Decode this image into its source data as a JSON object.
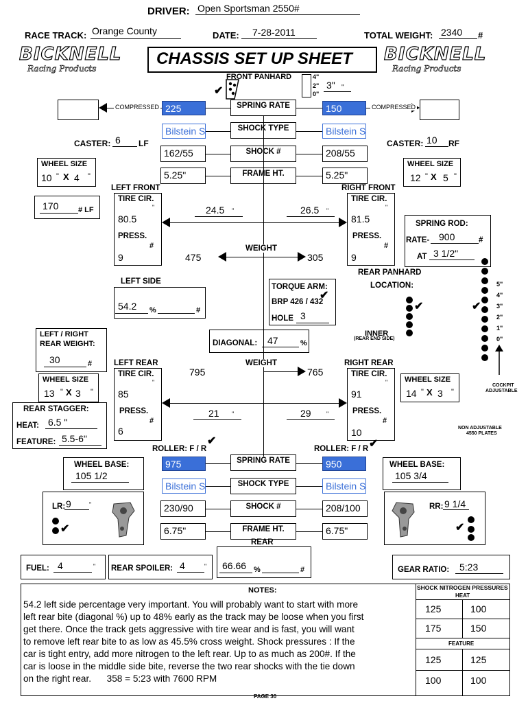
{
  "header": {
    "driver_label": "DRIVER:",
    "driver_value": "Open Sportsman 2550#",
    "race_track_label": "RACE TRACK:",
    "race_track_value": "Orange County",
    "date_label": "DATE:",
    "date_value": "7-28-2011",
    "total_weight_label": "TOTAL WEIGHT:",
    "total_weight_value": "2340",
    "total_weight_unit": "#",
    "title": "CHASSIS SET UP SHEET",
    "logo_main": "BICKNELL",
    "logo_sub": "Racing Products"
  },
  "front_panhard": {
    "label": "FRONT PANHARD",
    "scale": [
      "4\"",
      "2\"",
      "0\""
    ],
    "value": "3\"",
    "unit": "\""
  },
  "front": {
    "compressed_left": "COMPRESSED",
    "compressed_right": "COMPRESSED",
    "spring_rate_label": "SPRING RATE",
    "spring_rate_left": "225",
    "spring_rate_right": "150",
    "shock_type_label": "SHOCK TYPE",
    "shock_type_left": "Bilstein S",
    "shock_type_right": "Bilstein S",
    "shock_num_label": "SHOCK #",
    "shock_num_left": "162/55",
    "shock_num_right": "208/55",
    "frame_ht_label": "FRAME HT.",
    "frame_ht_left": "5.25\"",
    "frame_ht_right": "5.25\"",
    "caster_label": "CASTER:",
    "caster_left": "6",
    "caster_left_suffix": "LF",
    "caster_right": "10",
    "caster_right_suffix": "RF",
    "wheel_size_label": "WHEEL SIZE",
    "wheel_left_a": "10",
    "wheel_left_b": "4",
    "wheel_right_a": "12",
    "wheel_right_b": "5",
    "x": "X",
    "inch": "\"",
    "lf_value": "170",
    "lf_suffix": "# LF",
    "left_front_label": "LEFT FRONT",
    "right_front_label": "RIGHT FRONT",
    "tire_cir_label": "TIRE CIR.",
    "press_label": "PRESS.",
    "hash": "#",
    "lf_tire_cir": "80.5",
    "lf_press": "9",
    "rf_tire_cir": "81.5",
    "rf_press": "9",
    "stagger_left": "24.5",
    "stagger_right": "26.5",
    "weight_label": "WEIGHT",
    "weight_left": "475",
    "weight_right": "305"
  },
  "spring_rod": {
    "label": "SPRING ROD:",
    "rate_label": "RATE-",
    "rate_value": "900",
    "rate_unit": "#",
    "at_label": "AT",
    "at_value": "3 1/2\"",
    "at_unit": "\""
  },
  "rear_panhard": {
    "label": "REAR PANHARD",
    "location_label": "LOCATION:",
    "inner_label": "INNER",
    "inner_sub": "(REAR END SIDE)",
    "scale": [
      "5\"",
      "4\"",
      "3\"",
      "2\"",
      "1\"",
      "0\""
    ],
    "cockpit_label_1": "COCKPIT",
    "cockpit_label_2": "ADJUSTABLE",
    "non_adj_1": "NON ADJUSTABLE",
    "non_adj_2": "4550 PLATES"
  },
  "middle": {
    "left_side_label": "LEFT SIDE",
    "left_side_value": "54.2",
    "left_side_pct": "%",
    "left_side_hash": "#",
    "torque_arm_label": "TORQUE ARM:",
    "brp_label": "BRP 426 / 432",
    "hole_label": "HOLE",
    "hole_value": "3",
    "lr_rear_weight_label_1": "LEFT  /  RIGHT",
    "lr_rear_weight_label_2": "REAR WEIGHT:",
    "lr_rear_weight_value": "30",
    "diagonal_label": "DIAGONAL:",
    "diagonal_value": "47",
    "diagonal_pct": "%"
  },
  "rear": {
    "left_rear_label": "LEFT REAR",
    "right_rear_label": "RIGHT REAR",
    "tire_cir_label": "TIRE CIR.",
    "press_label": "PRESS.",
    "lr_tire_cir": "85",
    "lr_press": "6",
    "rr_tire_cir": "91",
    "rr_press": "10",
    "weight_label": "WEIGHT",
    "weight_left": "795",
    "weight_right": "765",
    "stagger_left": "21",
    "stagger_right": "29",
    "wheel_size_label": "WHEEL SIZE",
    "wheel_left_a": "13",
    "wheel_left_b": "3",
    "wheel_right_a": "14",
    "wheel_right_b": "3",
    "rear_stagger_label": "REAR STAGGER:",
    "heat_label": "HEAT:",
    "heat_value": "6.5 \"",
    "feature_label": "FEATURE:",
    "feature_value": "5.5-6\"",
    "roller_label": "ROLLER:  F / R",
    "wheel_base_label": "WHEEL BASE:",
    "wheel_base_left": "105 1/2",
    "wheel_base_right": "105 3/4",
    "spring_rate_label": "SPRING RATE",
    "spring_rate_left": "975",
    "spring_rate_right": "950",
    "shock_type_label": "SHOCK TYPE",
    "shock_type_left": "Bilstein S",
    "shock_type_right": "Bilstein S",
    "shock_num_label": "SHOCK #",
    "shock_num_left": "230/90",
    "shock_num_right": "208/100",
    "frame_ht_label": "FRAME HT.",
    "frame_ht_left": "6.75\"",
    "frame_ht_right": "6.75\"",
    "lr_label": "LR:",
    "lr_value": "9",
    "rr_label": "RR:",
    "rr_value": "9 1/4",
    "rear_label": "REAR",
    "rear_value": "66.66",
    "rear_pct": "%",
    "rear_hash": "#"
  },
  "footer_row": {
    "fuel_label": "FUEL:",
    "fuel_value": "4",
    "spoiler_label": "REAR SPOILER:",
    "spoiler_value": "4",
    "gear_label": "GEAR RATIO:",
    "gear_value": "5:23"
  },
  "notes": {
    "title": "NOTES:",
    "lines": [
      "54.2 left side percentage very important. You will probably want to start with more",
      "left rear bite (diagonal %) up to 48% early as the track may be loose when you first",
      "get there. Once the track gets aggressive with tire wear and is fast, you will want",
      "to remove left rear bite to as low as 45.5% cross weight. Shock pressures : If the",
      "car is tight entry, add more nitrogen to the left rear. Up to as much as 200#. If the",
      "car is loose in the middle side bite, reverse the two rear shocks with the tie down",
      "on the right rear.      358 = 5:23 with 7600 RPM"
    ]
  },
  "nitrogen": {
    "title": "SHOCK NITROGEN PRESSURES",
    "heat_label": "HEAT",
    "feature_label": "FEATURE",
    "heat_rows": [
      [
        "125",
        "100"
      ],
      [
        "175",
        "150"
      ]
    ],
    "feature_rows": [
      [
        "125",
        "125"
      ],
      [
        "100",
        "100"
      ]
    ]
  },
  "page_label": "PAGE 30"
}
